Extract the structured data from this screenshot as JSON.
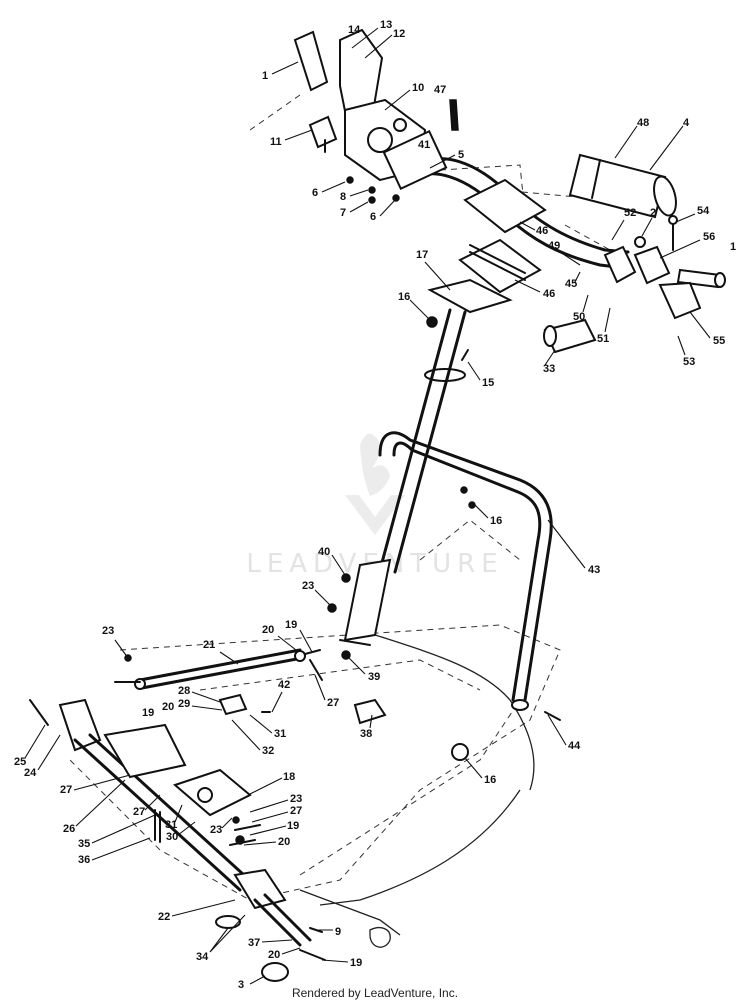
{
  "watermark": {
    "text": "LEADVENTURE"
  },
  "credit": "Rendered by LeadVenture, Inc.",
  "callouts": [
    "1",
    "14",
    "13",
    "12",
    "10",
    "47",
    "11",
    "48",
    "4",
    "41",
    "5",
    "6",
    "8",
    "7",
    "6",
    "46",
    "52",
    "2",
    "54",
    "56",
    "1",
    "49",
    "45",
    "17",
    "16",
    "46",
    "50",
    "51",
    "55",
    "33",
    "53",
    "15",
    "16",
    "43",
    "40",
    "23",
    "23",
    "21",
    "20",
    "19",
    "39",
    "27",
    "28",
    "29",
    "42",
    "31",
    "32",
    "19",
    "20",
    "38",
    "44",
    "16",
    "25",
    "24",
    "27",
    "27",
    "26",
    "31",
    "23",
    "18",
    "23",
    "27",
    "19",
    "20",
    "35",
    "30",
    "36",
    "22",
    "34",
    "37",
    "9",
    "20",
    "19",
    "3"
  ]
}
